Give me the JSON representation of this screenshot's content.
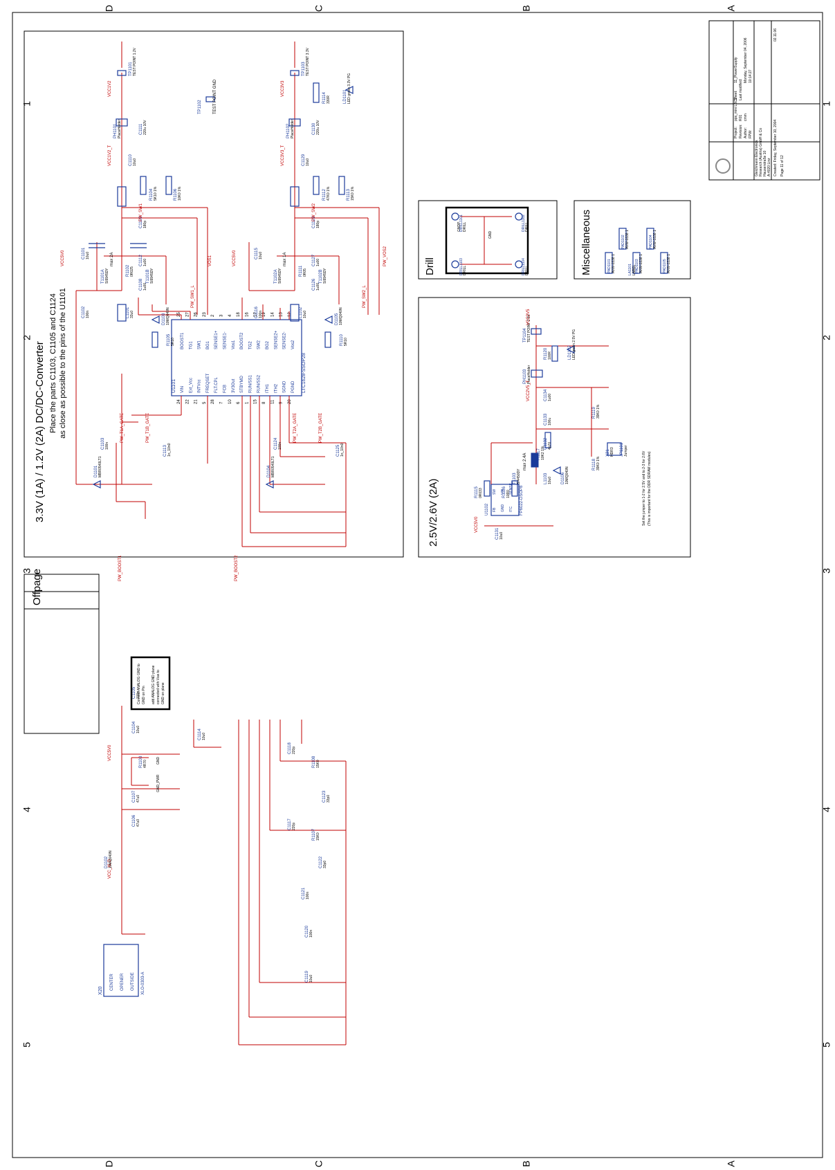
{
  "frame": {
    "zones_letters": [
      "D",
      "C",
      "B",
      "A"
    ],
    "zones_numbers": [
      "1",
      "2",
      "3",
      "4",
      "5"
    ]
  },
  "sections": {
    "converter_title": "3.3V (1A) / 1.2V (2A) DC/DC-Converter",
    "placement_note_1": "Place the parts C1103, C1105 and C1124",
    "placement_note_2": "as close as possible to the pins of the U1101",
    "drill_title": "Drill",
    "misc_title": "Miscellaneous",
    "ldo_title": "2.5V/2.6V (2A)",
    "offpage_title": "Offpage"
  },
  "offpage": {
    "note_lines": [
      "Connect ANALOG GND to",
      "GND on Pin",
      "",
      "add ANALOG GND plane",
      "connected with Vias to",
      "GND on plane"
    ],
    "gnd": "GND",
    "gnd_pwr": "GND_PWR"
  },
  "u1101": {
    "ref": "U1101",
    "part": "LTC1628-SSOP28",
    "pins_top": [
      {
        "num": "25",
        "name": "BOOST1"
      },
      {
        "num": "27",
        "name": "TG1"
      },
      {
        "num": "26",
        "name": "SW1"
      },
      {
        "num": "23",
        "name": "BG1"
      },
      {
        "num": "2",
        "name": "SENSE1+"
      },
      {
        "num": "3",
        "name": "SENSE1-"
      },
      {
        "num": "4",
        "name": "Vos1"
      },
      {
        "num": "18",
        "name": "BOOST2"
      },
      {
        "num": "16",
        "name": "TG2"
      },
      {
        "num": "17",
        "name": "SW2"
      },
      {
        "num": "19",
        "name": "BG2"
      },
      {
        "num": "14",
        "name": "SENSE2+"
      },
      {
        "num": "13",
        "name": "SENSE2-"
      },
      {
        "num": "12",
        "name": "Vos2"
      }
    ],
    "pins_bottom": [
      {
        "num": "24",
        "name": "VIN"
      },
      {
        "num": "22",
        "name": "Ext_Vcc"
      },
      {
        "num": "21",
        "name": "INTVcc"
      },
      {
        "num": "5",
        "name": "FREQSET"
      },
      {
        "num": "28",
        "name": "FLT.CPL"
      },
      {
        "num": "7",
        "name": "FCB"
      },
      {
        "num": "10",
        "name": "3V3Out"
      },
      {
        "num": "6",
        "name": "STBYMD"
      },
      {
        "num": "1",
        "name": "RUN/SS1"
      },
      {
        "num": "15",
        "name": "RUN/SS2"
      },
      {
        "num": "8",
        "name": "ITH1"
      },
      {
        "num": "11",
        "name": "ITH2"
      },
      {
        "num": "9",
        "name": "SGND"
      },
      {
        "num": "20",
        "name": "PGND"
      }
    ]
  },
  "rails": {
    "vcc1v2": "VCC1V2",
    "vcc1v2_t": "VCC1V2_T",
    "vcc3v3": "VCC3V3",
    "vcc3v3_t": "VCC3V3_T",
    "vcc5v0": "VCC5V0",
    "vcc2v5": "VCC2V5",
    "vcc2v5_t": "VCC2V5_T",
    "vcc_xlo": "VCC_XLO"
  },
  "nets": {
    "boost1": "PW_BOOST1",
    "boost2": "PW_BOOST2",
    "sw1": "PW_SW1",
    "sw2": "PW_SW2",
    "sw1_l": "PW_SW1_L",
    "sw2_l": "PW_SW2_L",
    "t1a_gate": "PW_T1A_GATE",
    "t1b_gate": "PW_T1B_GATE",
    "t2a_gate": "PW_T2A_GATE",
    "t2b_gate": "PW_T2B_GATE",
    "vos1": "VOS1",
    "vos2": "PW_VOS2"
  },
  "grounds": {
    "gnd": "GND",
    "gnd_pwr": "GND_PWR",
    "gndp": "GNDP"
  },
  "channel1": [
    {
      "ref": "TP1101",
      "val": "TEST POINT 1.2V"
    },
    {
      "ref": "PH1101",
      "val": "PlaceHolder"
    },
    {
      "ref": "C1111",
      "val": "220u 10V"
    },
    {
      "ref": "C1110",
      "val": "10u0"
    },
    {
      "ref": "R1104",
      "val": "5K10 1%"
    },
    {
      "ref": "R1106",
      "val": "10K0 1%"
    },
    {
      "ref": "C1109",
      "val": "180p"
    },
    {
      "ref": "C1112",
      "val": "1u00"
    },
    {
      "ref": "R1102",
      "val": "0R025"
    },
    {
      "ref": "L1101",
      "val": "33u0"
    },
    {
      "ref": "D1103",
      "val": "10MQ040N"
    },
    {
      "ref": "C1101",
      "val": "10u0"
    },
    {
      "ref": "C1102",
      "val": "100n"
    },
    {
      "ref": "C1108",
      "val": "1u00"
    },
    {
      "ref": "R1105",
      "val": "5R10"
    },
    {
      "ref": "T1101A",
      "val": "Si9945DY"
    },
    {
      "ref": "T1101B",
      "val": "Si9945DY"
    },
    {
      "ref": "C1113",
      "val": "1n_10n0"
    },
    {
      "ref": "C1103",
      "val": "100n"
    },
    {
      "ref": "D1101",
      "val": "MBR0540LT1"
    }
  ],
  "max1": "max 2A",
  "channel2": [
    {
      "ref": "TP1103",
      "val": "TEST POINT 3.3V"
    },
    {
      "ref": "R1114",
      "val": "330R"
    },
    {
      "ref": "LD1101",
      "val": "LED green 3.3V PG"
    },
    {
      "ref": "PH1102",
      "val": "PlaceHolder"
    },
    {
      "ref": "C1130",
      "val": "220u 10V"
    },
    {
      "ref": "C1129",
      "val": "10u0"
    },
    {
      "ref": "R1112",
      "val": "47K0 1%"
    },
    {
      "ref": "R1113",
      "val": "15K0 1%"
    },
    {
      "ref": "C1128",
      "val": "180p"
    },
    {
      "ref": "C1127",
      "val": "1u00"
    },
    {
      "ref": "R1111",
      "val": "0R05"
    },
    {
      "ref": "L1102",
      "val": "10u0"
    },
    {
      "ref": "D1105",
      "val": "10MQ040N"
    },
    {
      "ref": "C1115",
      "val": "10u0"
    },
    {
      "ref": "C1116",
      "val": "100n"
    },
    {
      "ref": "C1126",
      "val": "1u00"
    },
    {
      "ref": "R1110",
      "val": "5R10"
    },
    {
      "ref": "T1102A",
      "val": "Si9945DY"
    },
    {
      "ref": "T1102B",
      "val": "Si9945DY"
    },
    {
      "ref": "C1125",
      "val": "1n_10n0"
    },
    {
      "ref": "C1124",
      "val": "100n"
    },
    {
      "ref": "D1104",
      "val": "MBR0540LT1"
    }
  ],
  "max2": "max 1A",
  "tp1102": {
    "ref": "TP1102",
    "val": "TEST POINT GND"
  },
  "bottom_parts": [
    {
      "ref": "C1105",
      "val": "100n"
    },
    {
      "ref": "C1104",
      "val": "10u0"
    },
    {
      "ref": "R1103",
      "val": "4R70"
    },
    {
      "ref": "C1107",
      "val": "47u0"
    },
    {
      "ref": "C1106",
      "val": "47u0"
    },
    {
      "ref": "D1102",
      "val": "10MQ040N"
    },
    {
      "ref": "C1114",
      "val": "10u0"
    },
    {
      "ref": "C1118",
      "val": "220p"
    },
    {
      "ref": "R1108",
      "val": "15K0"
    },
    {
      "ref": "C1123",
      "val": "33p0"
    },
    {
      "ref": "C1117",
      "val": "220p"
    },
    {
      "ref": "R1107",
      "val": "15K0"
    },
    {
      "ref": "C1122",
      "val": "33p0"
    },
    {
      "ref": "C1121",
      "val": "100n"
    },
    {
      "ref": "C1120",
      "val": "100n"
    },
    {
      "ref": "C1119",
      "val": "10u0"
    }
  ],
  "x20": {
    "ref": "X20",
    "part": "XLO-0303-A",
    "pins": [
      "CENTER",
      "OPENER",
      "OUTSIDE"
    ]
  },
  "drill": {
    "holes": [
      {
        "ref": "DRILL1101",
        "val": "DRILL"
      },
      {
        "ref": "DRILL1102",
        "val": "DRILL"
      },
      {
        "ref": "DRILL1103",
        "val": "DRILL"
      },
      {
        "ref": "DRILL1104",
        "val": "DRILL"
      }
    ],
    "gndp": "GNDP",
    "gnd": "GND"
  },
  "misc": {
    "pads": [
      {
        "ref": "PAD1101",
        "val": "AVW-0338 1"
      },
      {
        "ref": "PAD1102",
        "val": "AVW-0338 1"
      },
      {
        "ref": "PAD1103",
        "val": "AVW-0338 1"
      },
      {
        "ref": "PAD1104",
        "val": "AVW-0338 1"
      },
      {
        "ref": "PAD1105",
        "val": "AVW-0338 1"
      }
    ],
    "label": {
      "ref": "LA1101",
      "val": "LABEL"
    }
  },
  "ldo": {
    "u1102": {
      "ref": "U1102",
      "part": "FP6022-DSOP8",
      "pins": [
        "SW",
        "VIN",
        "SENSE",
        "FB",
        "GND",
        "ITC"
      ]
    },
    "parts": [
      {
        "ref": "TP1104",
        "val": "TEST POINT 2.5V"
      },
      {
        "ref": "R1120",
        "val": "100R"
      },
      {
        "ref": "LD1102",
        "val": "LED green 2.5V PG"
      },
      {
        "ref": "PH1103",
        "val": "PlaceHolder"
      },
      {
        "ref": "C1134",
        "val": "1u00"
      },
      {
        "ref": "C1133",
        "val": "100u"
      },
      {
        "ref": "C1132",
        "val": "4p70"
      },
      {
        "ref": "R1117",
        "val": "10K2 1%"
      },
      {
        "ref": "R1119",
        "val": "39K0 1%"
      },
      {
        "ref": "R1118",
        "val": "39K0 1%"
      },
      {
        "ref": "X21",
        "val": "HDR3"
      },
      {
        "ref": "JP1101",
        "val": "Jumper"
      },
      {
        "ref": "L1103",
        "val": "10u0"
      },
      {
        "ref": "T1103",
        "val": "Si4450DY"
      },
      {
        "ref": "D1106",
        "val": "10MQ040N"
      },
      {
        "ref": "R1115",
        "val": "0R033"
      },
      {
        "ref": "R1116",
        "val": "10R0"
      },
      {
        "ref": "C1131",
        "val": "10u0"
      }
    ],
    "max": "max 2.4A",
    "note1": "Set the jumper to 1-2 for 2.5V and to 2-3 for 2.6V",
    "note2": "(This is important for the DDR SDRAM modules)"
  },
  "title_block": {
    "project_label": "Project:",
    "project": "pps_mini LBC2",
    "revision_label": "Revision:",
    "revision": "R01",
    "author_label": "Author:",
    "author": "cmm",
    "fpw_label": "FPW:",
    "sheet_label": "Sheet:",
    "sheet": "11_PowerSupply",
    "modified_label": "Last modified:",
    "modified": "Monday, September 04, 2006",
    "modified_time": "10:14:27",
    "company": [
      "Gleichmann Electronics",
      "Research (Austria) GmbH & Co",
      "Hauserstraße 10",
      "A-4020 Linz"
    ],
    "created": "Created: Friday, September 10, 2004",
    "page": "Page 11 of 12",
    "doc_no": "02.11.06"
  }
}
